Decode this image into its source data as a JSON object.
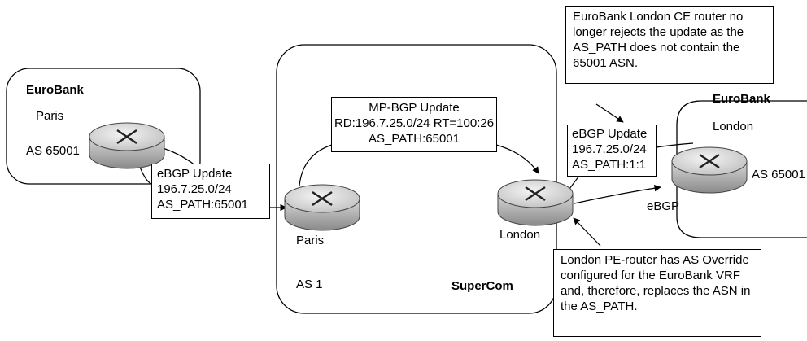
{
  "sites": {
    "paris_ce": {
      "company": "EuroBank",
      "city": "Paris",
      "as": "AS 65001"
    },
    "london_ce": {
      "company": "EuroBank",
      "city": "London",
      "as": "AS 65001"
    }
  },
  "provider": {
    "name": "SuperCom",
    "as": "AS 1",
    "pe_paris": "Paris",
    "pe_london": "London"
  },
  "updates": {
    "paris_ebgp": [
      "eBGP Update",
      "196.7.25.0/24",
      "AS_PATH:65001"
    ],
    "mpbgp": [
      "MP-BGP Update",
      "RD:196.7.25.0/24 RT=100:26",
      "AS_PATH:65001"
    ],
    "london_ebgp": [
      "eBGP Update",
      "196.7.25.0/24",
      "AS_PATH:1:1"
    ]
  },
  "link_label": "eBGP",
  "notes": {
    "london_ce": "EuroBank London CE router no longer rejects the update as the AS_PATH does not contain the 65001 ASN.",
    "london_pe": "London PE-router has AS Override configured for the EuroBank VRF and, therefore, replaces the ASN in the AS_PATH."
  },
  "colors": {
    "router_body": "#b9b9b9",
    "router_top": "#e6e6e6",
    "line": "#000000"
  }
}
